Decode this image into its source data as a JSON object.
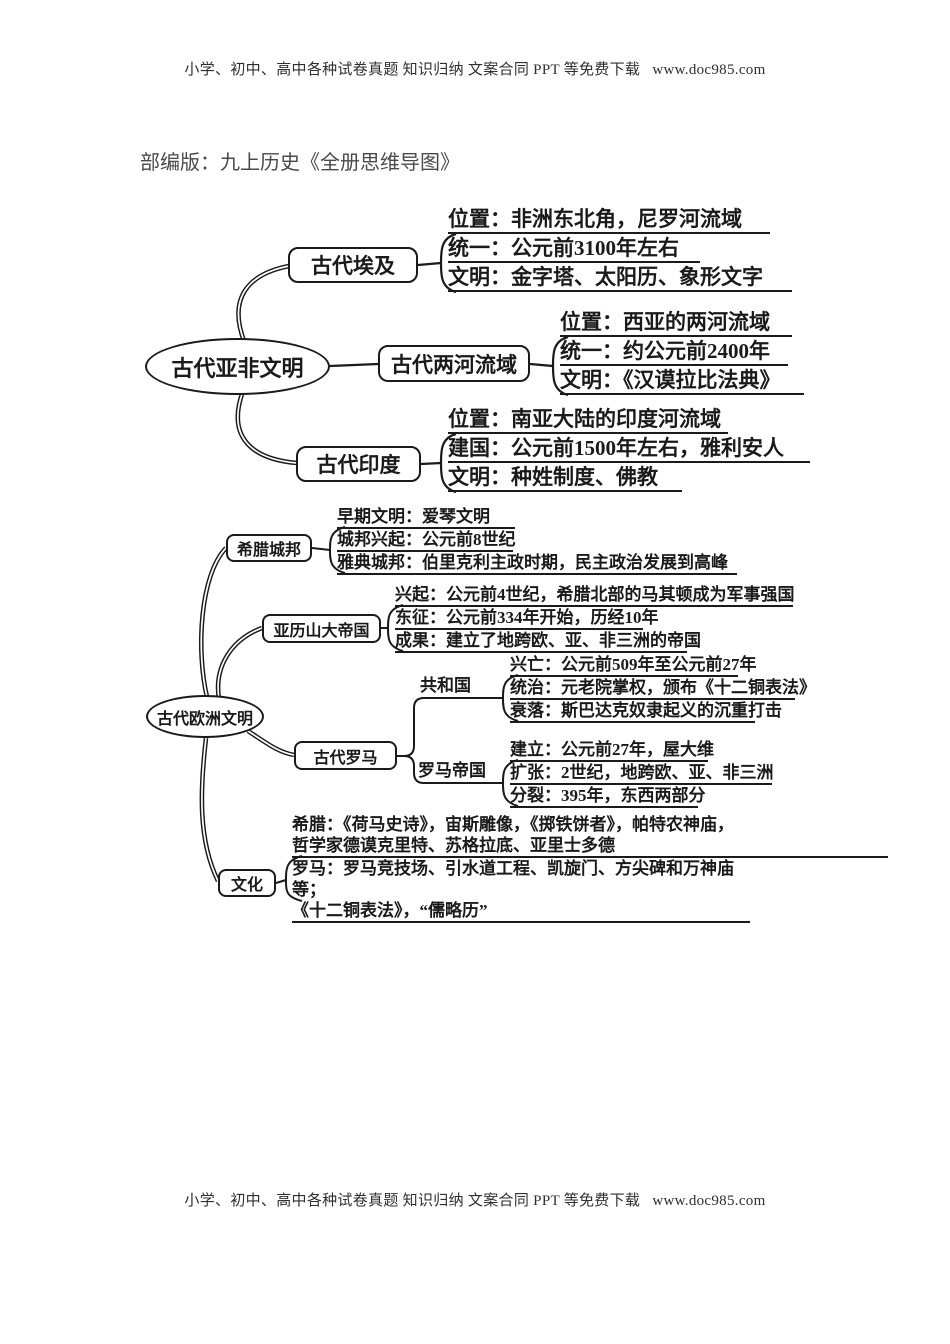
{
  "page": {
    "header_text": "小学、初中、高中各种试卷真题 知识归纳 文案合同 PPT 等免费下载   www.doc985.com",
    "footer_text": "小学、初中、高中各种试卷真题 知识归纳 文案合同 PPT 等免费下载   www.doc985.com",
    "title": "部编版：九上历史《全册思维导图》"
  },
  "colors": {
    "ink": "#1a1a1a",
    "header_text": "#2f2f2f",
    "title_text": "#4a4a4a"
  },
  "map1": {
    "root": "古代亚非文明",
    "branches": [
      {
        "label": "古代埃及",
        "details": [
          "位置：非洲东北角，尼罗河流域",
          "统一：公元前3100年左右",
          "文明：金字塔、太阳历、象形文字"
        ]
      },
      {
        "label": "古代两河流域",
        "details": [
          "位置：西亚的两河流域",
          "统一：约公元前2400年",
          "文明：《汉谟拉比法典》"
        ]
      },
      {
        "label": "古代印度",
        "details": [
          "位置：南亚大陆的印度河流域",
          "建国：公元前1500年左右，雅利安人",
          "文明：种姓制度、佛教"
        ]
      }
    ]
  },
  "map2": {
    "root": "古代欧洲文明",
    "branches": [
      {
        "label": "希腊城邦",
        "details": [
          "早期文明：爱琴文明",
          "城邦兴起：公元前8世纪",
          "雅典城邦：伯里克利主政时期，民主政治发展到高峰"
        ]
      },
      {
        "label": "亚历山大帝国",
        "details": [
          "兴起：公元前4世纪，希腊北部的马其顿成为军事强国",
          "东征：公元前334年开始，历经10年",
          "成果：建立了地跨欧、亚、非三洲的帝国"
        ]
      },
      {
        "label": "古代罗马",
        "subbranches": [
          {
            "label": "共和国",
            "details": [
              "兴亡：公元前509年至公元前27年",
              "统治：元老院掌权，颁布《十二铜表法》",
              "衰落：斯巴达克奴隶起义的沉重打击"
            ]
          },
          {
            "label": "罗马帝国",
            "details": [
              "建立：公元前27年，屋大维",
              "扩张：2世纪，地跨欧、亚、非三洲",
              "分裂：395年，东西两部分"
            ]
          }
        ]
      },
      {
        "label": "文化",
        "details": [
          "希腊：《荷马史诗》，宙斯雕像，《掷铁饼者》，帕特农神庙，\n哲学家德谟克里特、苏格拉底、亚里士多德",
          "罗马：罗马竞技场、引水道工程、凯旋门、方尖碑和万神庙等；\n《十二铜表法》，“儒略历”"
        ]
      }
    ]
  }
}
